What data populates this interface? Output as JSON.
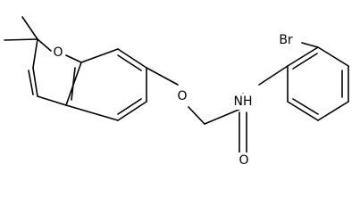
{
  "molecule": {
    "atom_labels": {
      "ring_oxygen": "O",
      "ether_oxygen": "O",
      "amide_nitrogen": "NH",
      "carbonyl_oxygen": "O",
      "bromine": "Br"
    }
  }
}
